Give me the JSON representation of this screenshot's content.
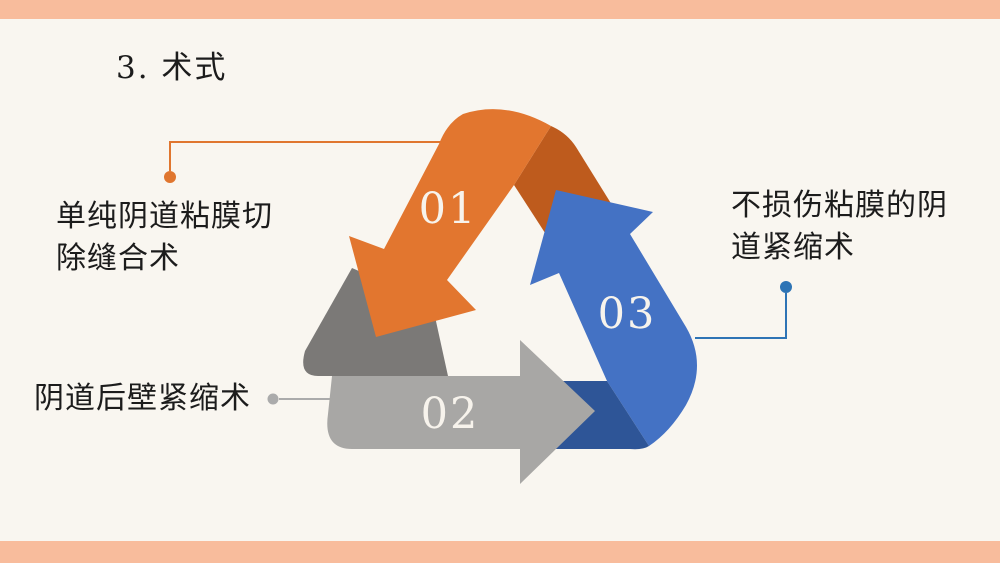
{
  "slide": {
    "title": "3. 术式",
    "background": "#F9F6F0",
    "accent_band_color": "#F8BC9C"
  },
  "diagram": {
    "colors": {
      "orange": "#E2762F",
      "orange_dark": "#BE5B1D",
      "gray": "#A8A7A5",
      "gray_dark": "#7B7977",
      "blue": "#4472C4",
      "blue_dark": "#2E5597",
      "number_text": "#F7F3EC",
      "connector_orange": "#E0762F",
      "connector_blue": "#2E74B5",
      "connector_gray": "#ABABAB"
    },
    "steps": [
      {
        "number": "01",
        "label": "单纯阴道粘膜切\n除缝合术"
      },
      {
        "number": "02",
        "label": "阴道后壁紧缩术"
      },
      {
        "number": "03",
        "label": "不损伤粘膜的阴\n道紧缩术"
      }
    ]
  }
}
